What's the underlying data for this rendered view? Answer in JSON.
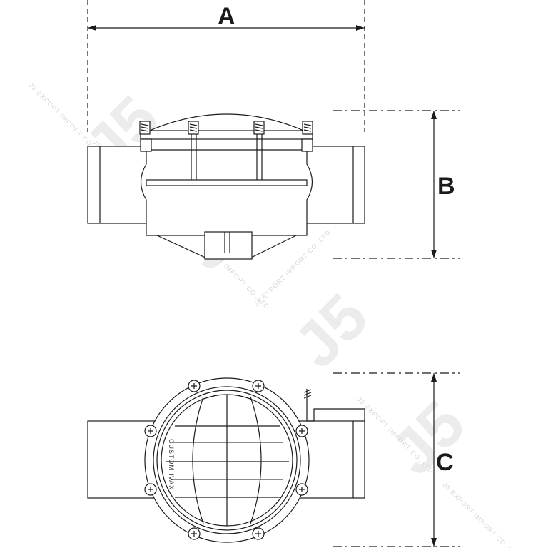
{
  "dimensions": {
    "a_label": "A",
    "b_label": "B",
    "c_label": "C"
  },
  "valve": {
    "brand_text": "CUSTOM IVAX"
  },
  "watermark": {
    "logo_text": "J5",
    "company_text": "J5 EXPORT IMPORT CO.,LTD"
  },
  "colors": {
    "line": "#1a1a1a",
    "fill": "#ffffff",
    "watermark": "#e6e6e6"
  }
}
